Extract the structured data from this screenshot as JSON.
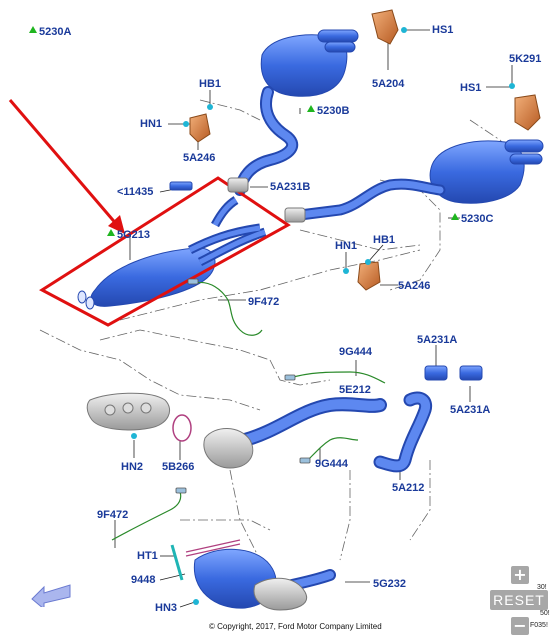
{
  "diagram": {
    "labels": {
      "5230A": "5230A",
      "HS1_top": "HS1",
      "5A204": "5A204",
      "5K291": "5K291",
      "HS1_right": "HS1",
      "HB1_left": "HB1",
      "HN1_left": "HN1",
      "5A246_left": "5A246",
      "5230B": "5230B",
      "11435": "<11435",
      "5A231B": "5A231B",
      "5230C": "5230C",
      "5G213": "5G213",
      "HN1_mid": "HN1",
      "HB1_mid": "HB1",
      "5A246_mid": "5A246",
      "9F472_top": "9F472",
      "9G444_top": "9G444",
      "5A231A_top": "5A231A",
      "5E212": "5E212",
      "5A231A_bottom": "5A231A",
      "HN2": "HN2",
      "5B266": "5B266",
      "9G444_bottom": "9G444",
      "5A212": "5A212",
      "9F472_bottom": "9F472",
      "HT1": "HT1",
      "9448": "9448",
      "HN3": "HN3",
      "5G232": "5G232"
    },
    "colors": {
      "part_blue": "#3a6ae0",
      "label_blue": "#1a3a9a",
      "highlight_red": "#e01010",
      "new_part_green": "#1fb51f",
      "bracket_orange": "#d47a3a"
    }
  },
  "footer": {
    "copyright": "© Copyright, 2017, Ford Motor Company Limited",
    "corner_codes": [
      "30!",
      "50!",
      "F035!"
    ]
  },
  "controls": {
    "zoom_in": "+",
    "reset": "RESET",
    "zoom_out": "−"
  },
  "icons": {
    "nav": "back-arrow-icon"
  }
}
